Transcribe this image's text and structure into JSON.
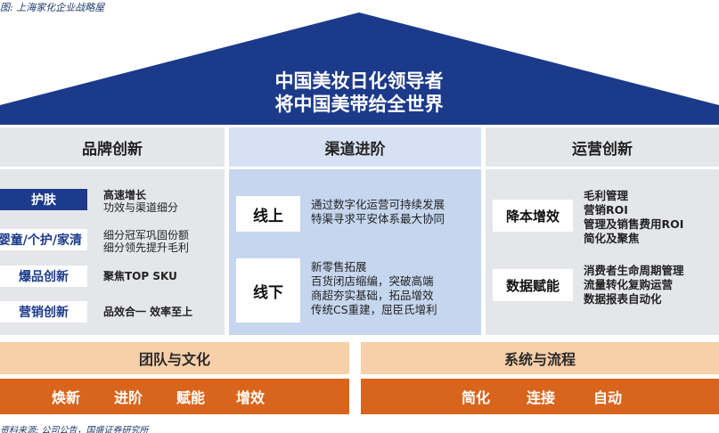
{
  "caption_top": "图: 上海家化企业战略屋",
  "caption_bottom": "资料来源: 公司公告，国盛证券研究所",
  "roof": {
    "line1": "中国美妆日化领导者",
    "line2": "将中国美带给全世界"
  },
  "columns": {
    "brand": {
      "title": "品牌创新",
      "items": [
        {
          "tag": "护肤",
          "desc_lines": [
            "高速增长",
            "功效与渠道细分"
          ]
        },
        {
          "tag": "婴童/个护/家清",
          "desc_lines": [
            "细分冠军巩固份额",
            "细分领先提升毛利"
          ]
        },
        {
          "tag": "爆品创新",
          "desc_lines": [
            "聚焦TOP SKU"
          ]
        },
        {
          "tag": "营销创新",
          "desc_lines": [
            "品效合一 效率至上"
          ]
        }
      ]
    },
    "channel": {
      "title": "渠道进阶",
      "online_label": "线上",
      "online_lines": [
        "通过数字化运营可持续发展",
        "特渠寻求平安体系最大协同"
      ],
      "offline_label": "线下",
      "offline_lines": [
        "新零售拓展",
        "百货闭店缩编，突破高端",
        "商超夯实基础，拓品增效",
        "传统CS重建，屈臣氏增利"
      ]
    },
    "operation": {
      "title": "运营创新",
      "cost_label": "降本增效",
      "cost_lines": [
        "毛利管理",
        "营销ROI",
        "管理及销售费用ROI",
        "简化及聚焦"
      ],
      "data_label": "数据赋能",
      "data_lines": [
        "消费者生命周期管理",
        "流量转化复购运营",
        "数据报表自动化"
      ]
    }
  },
  "base": {
    "team_title": "团队与文化",
    "team_items": [
      "焕新",
      "进阶",
      "赋能",
      "增效"
    ],
    "system_title": "系统与流程",
    "system_items": [
      "简化",
      "连接",
      "自动"
    ]
  }
}
